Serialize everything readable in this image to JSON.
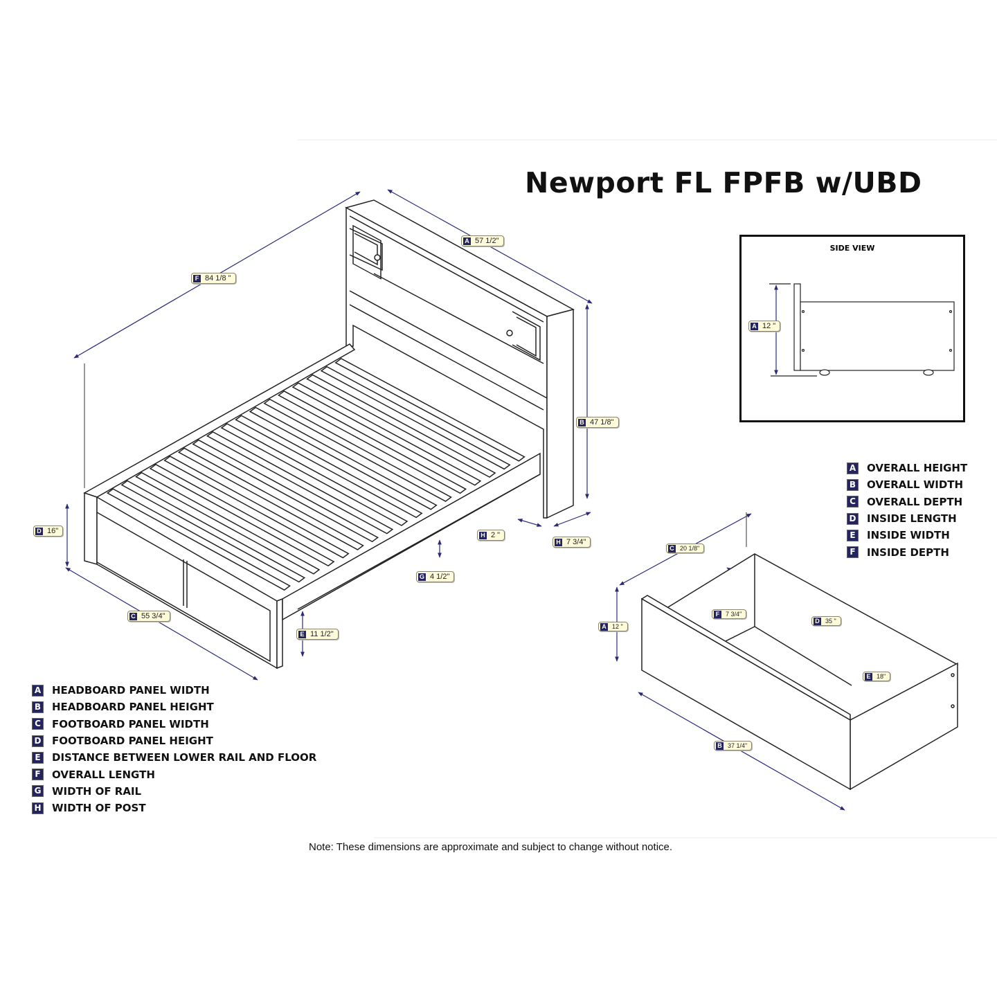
{
  "title": "Newport FL FPFB w/UBD",
  "side_view": {
    "title": "SIDE VIEW",
    "tag": {
      "letter": "A",
      "value": "12 \""
    }
  },
  "bed_tags": [
    {
      "id": "F",
      "letter": "F",
      "value": "84 1/8 \""
    },
    {
      "id": "A",
      "letter": "A",
      "value": "57 1/2\""
    },
    {
      "id": "B",
      "letter": "B",
      "value": "47 1/8\""
    },
    {
      "id": "D",
      "letter": "D",
      "value": "16\""
    },
    {
      "id": "H2",
      "letter": "H",
      "value": "2 \""
    },
    {
      "id": "H7",
      "letter": "H",
      "value": "7 3/4\""
    },
    {
      "id": "G",
      "letter": "G",
      "value": "4 1/2\""
    },
    {
      "id": "C",
      "letter": "C",
      "value": "55 3/4\""
    },
    {
      "id": "E",
      "letter": "E",
      "value": "11 1/2\""
    }
  ],
  "drawer_tags": [
    {
      "id": "C",
      "letter": "C",
      "value": "20 1/8\""
    },
    {
      "id": "A",
      "letter": "A",
      "value": "12 \""
    },
    {
      "id": "F",
      "letter": "F",
      "value": "7 3/4\""
    },
    {
      "id": "D",
      "letter": "D",
      "value": "35 \""
    },
    {
      "id": "E",
      "letter": "E",
      "value": "18\""
    },
    {
      "id": "B",
      "letter": "B",
      "value": "37 1/4\""
    }
  ],
  "bed_legend": [
    {
      "letter": "A",
      "label": "HEADBOARD PANEL WIDTH"
    },
    {
      "letter": "B",
      "label": "HEADBOARD PANEL HEIGHT"
    },
    {
      "letter": "C",
      "label": "FOOTBOARD PANEL WIDTH"
    },
    {
      "letter": "D",
      "label": "FOOTBOARD PANEL HEIGHT"
    },
    {
      "letter": "E",
      "label": "DISTANCE BETWEEN LOWER RAIL AND FLOOR"
    },
    {
      "letter": "F",
      "label": "OVERALL LENGTH"
    },
    {
      "letter": "G",
      "label": "WIDTH OF RAIL"
    },
    {
      "letter": "H",
      "label": "WIDTH OF POST"
    }
  ],
  "drawer_legend": [
    {
      "letter": "A",
      "label": "OVERALL HEIGHT"
    },
    {
      "letter": "B",
      "label": "OVERALL WIDTH"
    },
    {
      "letter": "C",
      "label": "OVERALL DEPTH"
    },
    {
      "letter": "D",
      "label": "INSIDE LENGTH"
    },
    {
      "letter": "E",
      "label": "INSIDE WIDTH"
    },
    {
      "letter": "F",
      "label": "INSIDE DEPTH"
    }
  ],
  "note": "Note:  These dimensions are approximate and subject to change without notice.",
  "colors": {
    "dimension": "#2a2a78",
    "badge": "#24245e",
    "tag_bg": "#fdfbd9"
  }
}
